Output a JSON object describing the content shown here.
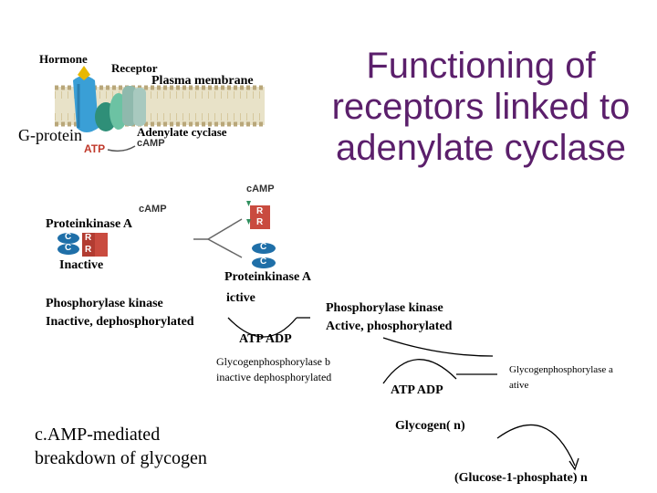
{
  "title": "Functioning of receptors linked to adenylate cyclase",
  "labels": {
    "hormone": "Hormone",
    "receptor": "Receptor",
    "plasma_membrane": "Plasma membrane",
    "g_protein": "G-protein",
    "adenylate_cyclase": "Adenylate cyclase",
    "atp": "ATP",
    "camp_top": "cAMP",
    "camp_mid": "cAMP",
    "camp_right": "cAMP",
    "proteinkinase_a": "Proteinkinase A",
    "inactive": "Inactive",
    "proteinkinase_a_2": "Proteinkinase A",
    "active_pk": "ictive",
    "phk_inactive_1": "Phosphorylase kinase",
    "phk_inactive_2": "Inactive, dephosphorylated",
    "phk_active_1": "Phosphorylase kinase",
    "phk_active_2": "Active, phosphorylated",
    "atp_adp_1": "ATP ADP",
    "gp_b_1": "Glycogenphosphorylase b",
    "gp_b_2": "inactive dephosphorylated",
    "atp_adp_2": "ATP ADP",
    "gp_a_1": "Glycogenphosphorylase a",
    "gp_a_2": "ative",
    "glycogen_n": "Glycogen( n)",
    "glucose": "(Glucose-1-phosphate) n",
    "caption_1": "c.AMP-mediated",
    "caption_2": "breakdown of glycogen",
    "subunit_c": "C",
    "subunit_r": "R"
  },
  "colors": {
    "title": "#5b1f6b",
    "receptor": "#3a9fd6",
    "gprotein": "#3aa38a",
    "camp": "#c0392b",
    "catalytic": "#1f6fa8",
    "regulatory": "#c94b3f"
  }
}
